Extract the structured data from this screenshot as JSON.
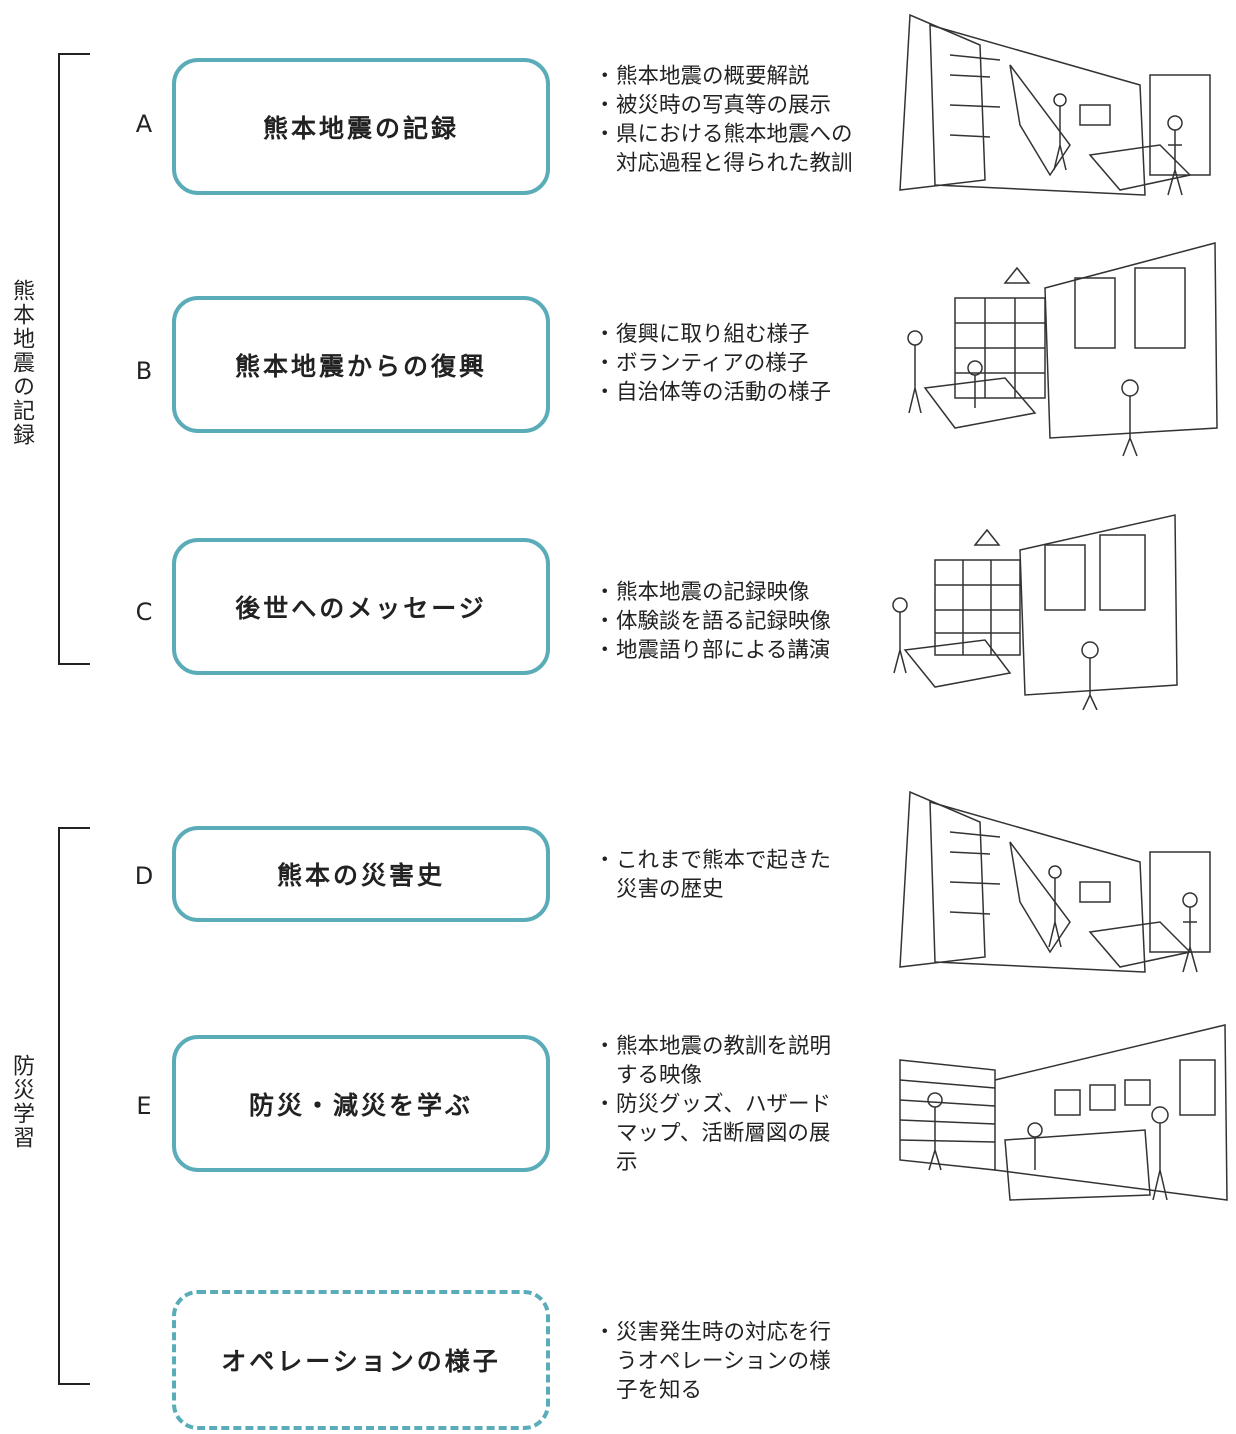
{
  "groups": [
    {
      "label": "熊本地震の記録"
    },
    {
      "label": "防災学習"
    }
  ],
  "rows": [
    {
      "letter": "A",
      "title": "熊本地震の記録",
      "dashed": false,
      "items": [
        "熊本地震の概要解説",
        "被災時の写真等の展示",
        "県における熊本地震への対応過程と得られた教訓"
      ]
    },
    {
      "letter": "B",
      "title": "熊本地震からの復興",
      "dashed": false,
      "items": [
        "復興に取り組む様子",
        "ボランティアの様子",
        "自治体等の活動の様子"
      ]
    },
    {
      "letter": "C",
      "title": "後世へのメッセージ",
      "dashed": false,
      "items": [
        "熊本地震の記録映像",
        "体験談を語る記録映像",
        "地震語り部による講演"
      ]
    },
    {
      "letter": "D",
      "title": "熊本の災害史",
      "dashed": false,
      "items": [
        "これまで熊本で起きた災害の歴史"
      ]
    },
    {
      "letter": "E",
      "title": "防災・減災を学ぶ",
      "dashed": false,
      "items": [
        "熊本地震の教訓を説明する映像",
        "防災グッズ、ハザードマップ、活断層図の展示"
      ]
    },
    {
      "letter": "",
      "title": "オペレーションの様子",
      "dashed": true,
      "items": [
        "災害発生時の対応を行うオペレーションの様子を知る"
      ]
    }
  ]
}
